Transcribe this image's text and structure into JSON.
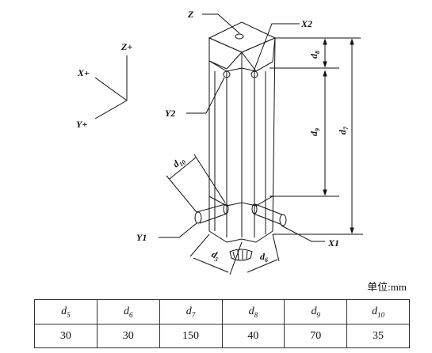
{
  "labels": {
    "z": "Z",
    "x2": "X2",
    "y2": "Y2",
    "y1": "Y1",
    "x1": "X1",
    "axis_z": "Z+",
    "axis_x": "X+",
    "axis_y": "Y+"
  },
  "dimensions": {
    "d5": {
      "sym": "d",
      "sub": "5"
    },
    "d6": {
      "sym": "d",
      "sub": "6"
    },
    "d7": {
      "sym": "d",
      "sub": "7"
    },
    "d8": {
      "sym": "d",
      "sub": "8"
    },
    "d9": {
      "sym": "d",
      "sub": "9"
    },
    "d10": {
      "sym": "d",
      "sub": "10"
    }
  },
  "unit_label": "单位:mm",
  "table": {
    "headers": [
      {
        "sym": "d",
        "sub": "5"
      },
      {
        "sym": "d",
        "sub": "6"
      },
      {
        "sym": "d",
        "sub": "7"
      },
      {
        "sym": "d",
        "sub": "8"
      },
      {
        "sym": "d",
        "sub": "9"
      },
      {
        "sym": "d",
        "sub": "10"
      }
    ],
    "values": [
      "30",
      "30",
      "150",
      "40",
      "70",
      "35"
    ]
  }
}
